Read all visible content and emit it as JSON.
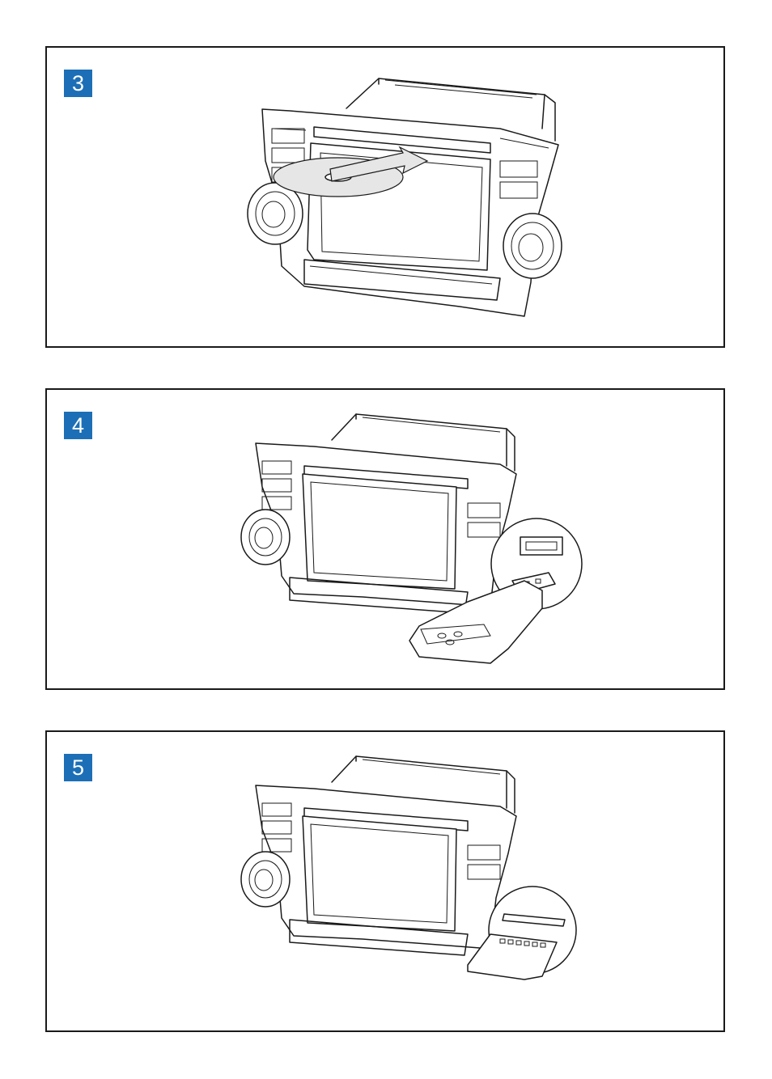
{
  "steps": [
    {
      "number": "3",
      "action": "insert-disc"
    },
    {
      "number": "4",
      "action": "insert-usb"
    },
    {
      "number": "5",
      "action": "insert-sd-card"
    }
  ],
  "colors": {
    "badge": "#1c6fb6",
    "line": "#1a1a1a",
    "background": "#ffffff"
  },
  "icons": [
    "disc-icon",
    "arrow-icon",
    "usb-drive-icon",
    "sd-card-icon",
    "zoom-circle-icon"
  ]
}
